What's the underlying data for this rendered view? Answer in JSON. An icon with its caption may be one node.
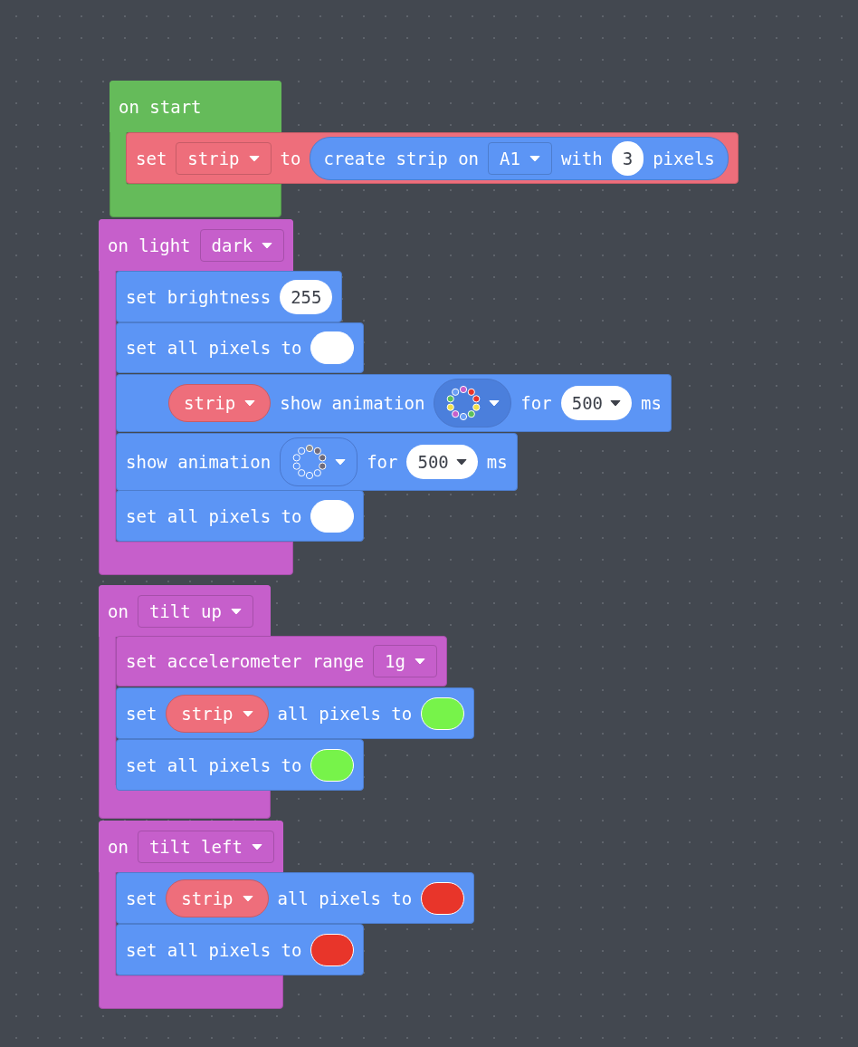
{
  "diagram": {
    "nodes": [
      {
        "text": [
          "on start"
        ]
      },
      {
        "text": [
          "set",
          "to"
        ]
      },
      {
        "text": [
          "strip"
        ],
        "in": 1
      },
      {
        "text": [
          "create strip on",
          "with",
          "pixels"
        ],
        "in": 1
      },
      {
        "text": [
          "A1"
        ],
        "in": 3
      },
      {
        "text": [
          "3"
        ],
        "in": 3
      },
      {
        "text": [
          "on light"
        ]
      },
      {
        "text": [
          "dark"
        ],
        "in": 6
      },
      {
        "text": [
          "set brightness"
        ]
      },
      {
        "text": [
          "255"
        ],
        "in": 8
      },
      {
        "text": [
          "set all pixels to"
        ]
      },
      {
        "text": [],
        "shape": "circle",
        "in": 10
      },
      {
        "text": [
          "show animation",
          "for",
          "ms"
        ]
      },
      {
        "text": [
          "strip"
        ],
        "in": 12
      },
      {
        "text": [],
        "shape": "picture",
        "in": 12
      },
      {
        "text": [
          "500"
        ],
        "in": 12
      },
      {
        "text": [
          "show animation",
          "for",
          "ms"
        ]
      },
      {
        "text": [],
        "shape": "picture",
        "in": 16
      },
      {
        "text": [
          "500"
        ],
        "in": 16
      },
      {
        "text": [
          "set all pixels to"
        ]
      },
      {
        "text": [],
        "shape": "circle",
        "in": 19
      },
      {
        "text": [
          "on"
        ]
      },
      {
        "text": [
          "tilt up"
        ],
        "in": 21
      },
      {
        "text": [
          "set accelerometer range"
        ]
      },
      {
        "text": [
          "1g"
        ],
        "in": 23
      },
      {
        "text": [
          "set",
          "all pixels to"
        ]
      },
      {
        "text": [
          "strip"
        ],
        "in": 25
      },
      {
        "text": [],
        "shape": "circle",
        "in": 25
      },
      {
        "text": [
          "set all pixels to"
        ]
      },
      {
        "text": [],
        "shape": "circle",
        "in": 28
      },
      {
        "text": [
          "on"
        ]
      },
      {
        "text": [
          "tilt left"
        ],
        "in": 30
      },
      {
        "text": [
          "set",
          "all pixels to"
        ]
      },
      {
        "text": [
          "strip"
        ],
        "in": 32
      },
      {
        "text": [],
        "shape": "circle",
        "in": 32
      },
      {
        "text": [
          "set all pixels to"
        ]
      },
      {
        "text": [],
        "shape": "circle",
        "in": 35
      }
    ]
  }
}
